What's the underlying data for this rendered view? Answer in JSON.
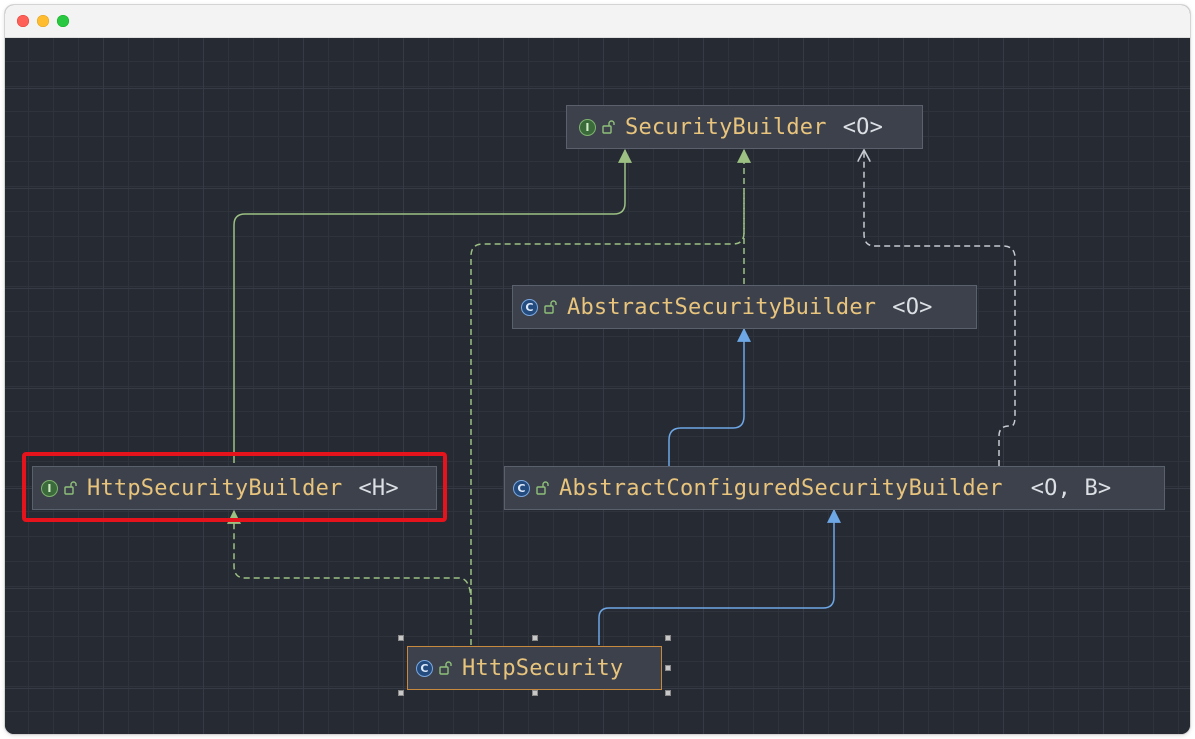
{
  "colors": {
    "canvas_bg": "#262a33",
    "node_bg": "#3c414b",
    "class_name": "#e8c47d",
    "interface_edge": "#9cc183",
    "class_edge": "#6ea7e6",
    "realization_edge": "#c7cad0",
    "highlight": "#e5131b",
    "selection": "#c8893f"
  },
  "nodes": {
    "security_builder": {
      "kind": "interface",
      "kind_letter": "I",
      "name": "SecurityBuilder",
      "generic": "<O>"
    },
    "abstract_security_builder": {
      "kind": "class",
      "kind_letter": "C",
      "name": "AbstractSecurityBuilder",
      "generic": "<O>"
    },
    "http_security_builder": {
      "kind": "interface",
      "kind_letter": "I",
      "name": "HttpSecurityBuilder",
      "generic": "<H>"
    },
    "abstract_configured_security_builder": {
      "kind": "class",
      "kind_letter": "C",
      "name": "AbstractConfiguredSecurityBuilder",
      "generic": "<O, B>"
    },
    "http_security": {
      "kind": "class",
      "kind_letter": "C",
      "name": "HttpSecurity",
      "generic": ""
    }
  },
  "edges": [
    {
      "from": "http_security_builder",
      "to": "security_builder",
      "type": "extends",
      "style": "solid",
      "color": "#9cc183"
    },
    {
      "from": "abstract_security_builder",
      "to": "security_builder",
      "type": "implements",
      "style": "dashed",
      "color": "#9cc183"
    },
    {
      "from": "abstract_configured_security_builder",
      "to": "abstract_security_builder",
      "type": "extends",
      "style": "solid",
      "color": "#6ea7e6"
    },
    {
      "from": "abstract_configured_security_builder",
      "to": "security_builder",
      "type": "implements",
      "style": "dashed",
      "color": "#c7cad0"
    },
    {
      "from": "http_security",
      "to": "abstract_configured_security_builder",
      "type": "extends",
      "style": "solid",
      "color": "#6ea7e6"
    },
    {
      "from": "http_security",
      "to": "http_security_builder",
      "type": "implements",
      "style": "dashed",
      "color": "#9cc183"
    },
    {
      "from": "http_security",
      "to": "security_builder",
      "type": "implements",
      "style": "dashed",
      "color": "#9cc183"
    }
  ],
  "icons": {
    "interface": "interface-icon",
    "class": "class-icon",
    "visibility": "unlocked-padlock-icon",
    "close": "close-window-icon",
    "minimize": "minimize-window-icon",
    "maximize": "maximize-window-icon"
  },
  "selection": {
    "selected_node": "http_security",
    "highlighted_node": "http_security_builder"
  }
}
